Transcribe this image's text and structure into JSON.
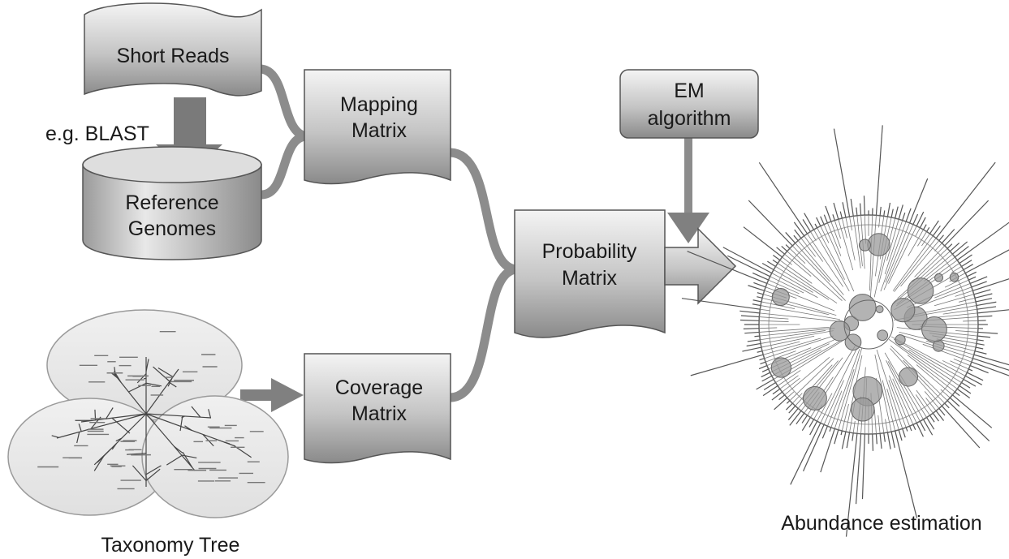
{
  "nodes": {
    "short_reads": "Short Reads",
    "reference_genomes": [
      "Reference",
      "Genomes"
    ],
    "mapping_matrix": [
      "Mapping",
      "Matrix"
    ],
    "probability_matrix": [
      "Probability",
      "Matrix"
    ],
    "coverage_matrix": [
      "Coverage",
      "Matrix"
    ],
    "em_algorithm": [
      "EM",
      "algorithm"
    ]
  },
  "labels": {
    "blast": "e.g. BLAST",
    "taxonomy_tree": "Taxonomy Tree",
    "abundance_estimation": "Abundance estimation"
  },
  "colors": {
    "box_light": "#f2f2f2",
    "box_dark": "#8a8a8a",
    "connector": "#8c8c8c",
    "arrow": "#7a7a7a"
  }
}
